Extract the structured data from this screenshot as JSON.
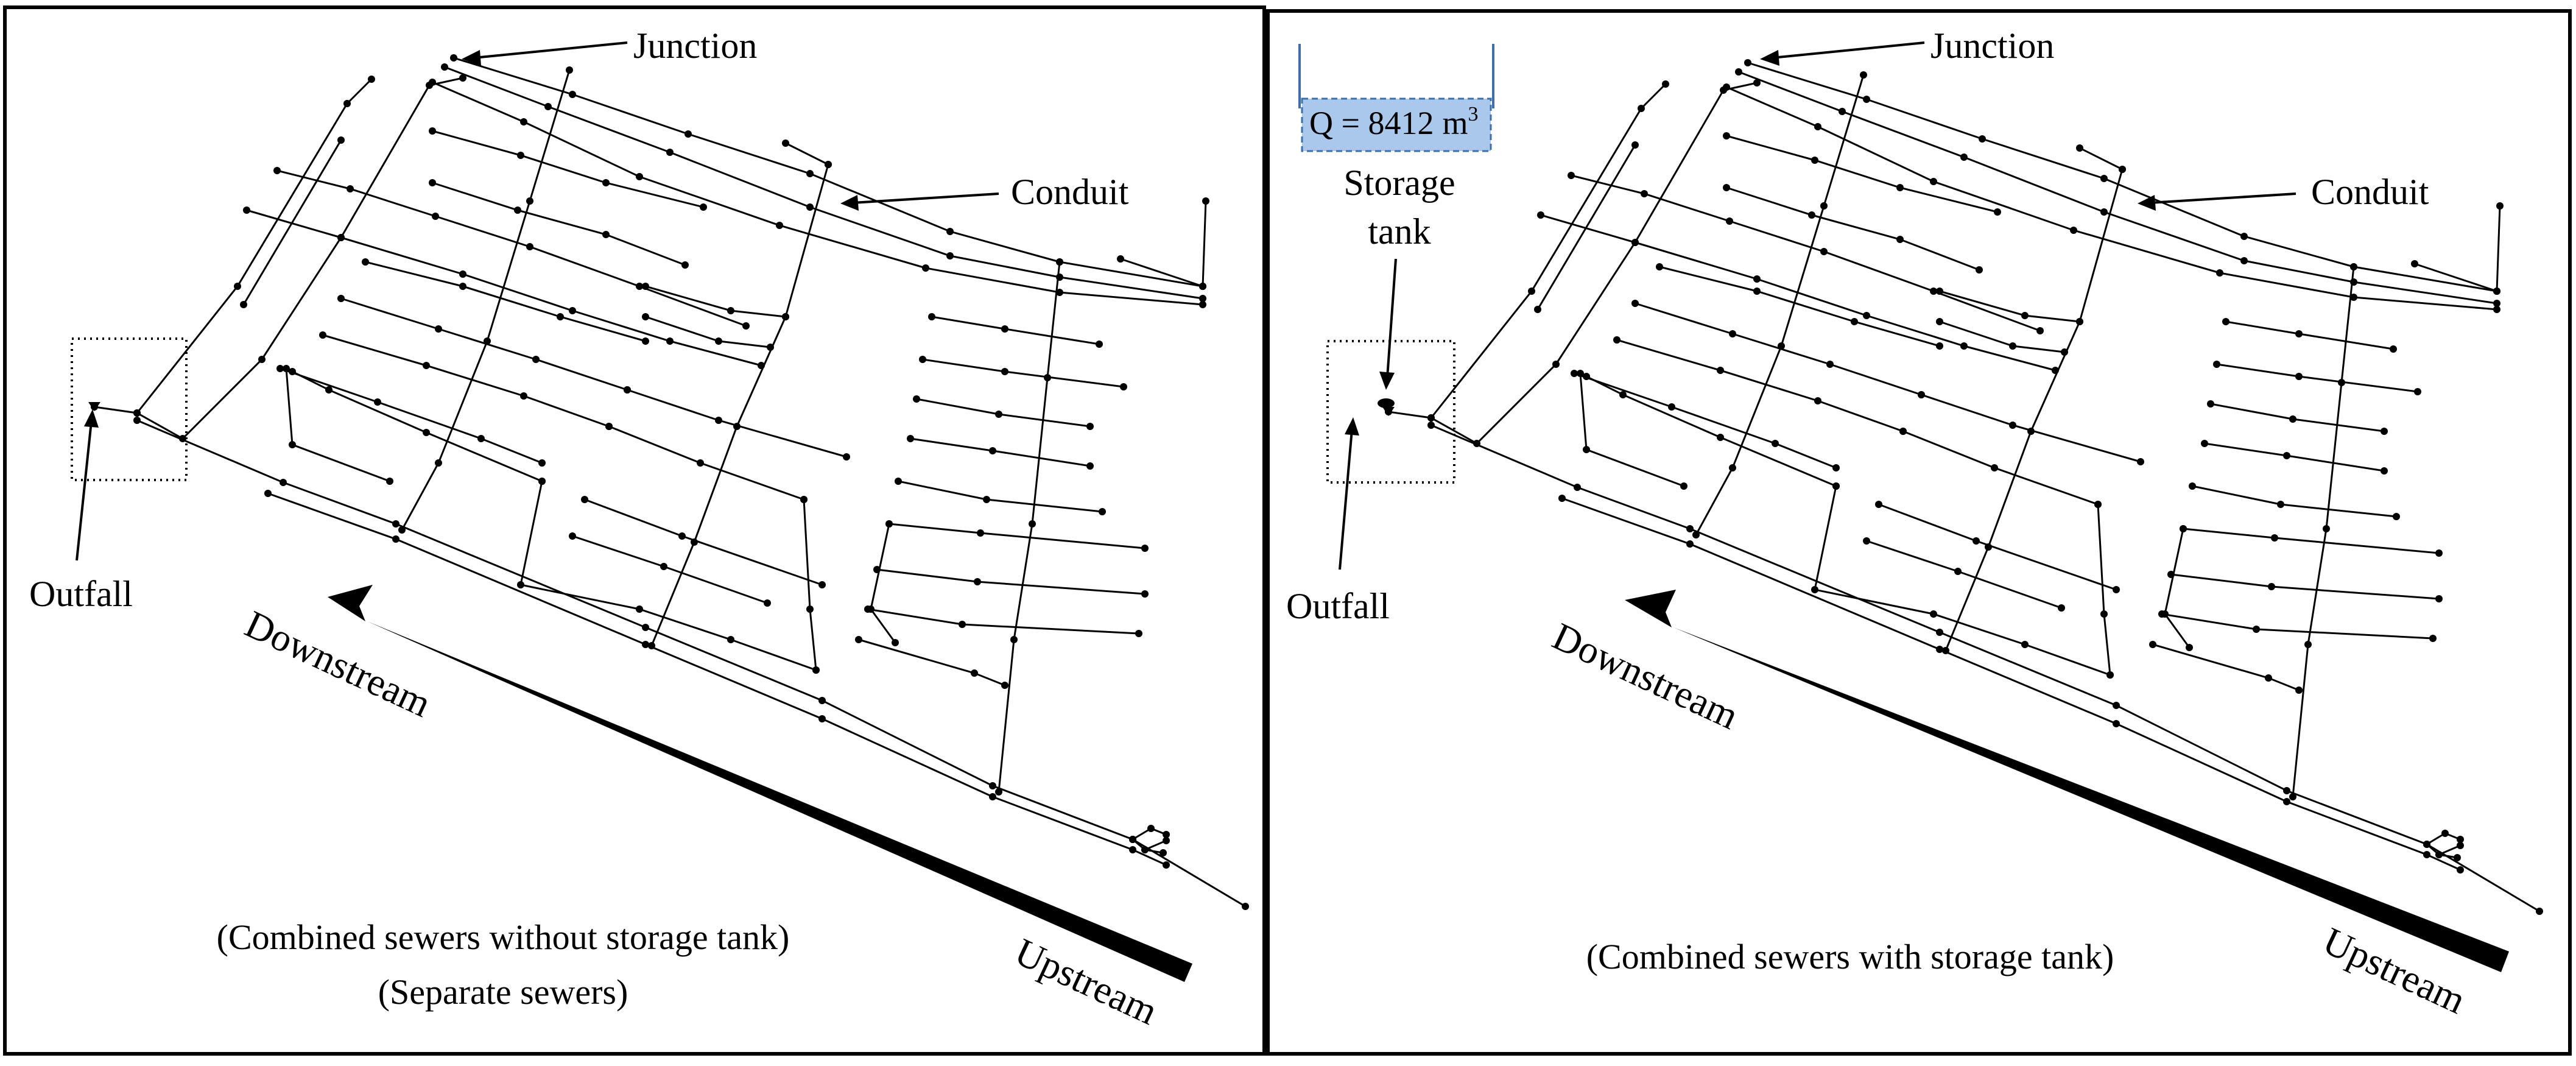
{
  "panels": [
    {
      "labels": {
        "junction": "Junction",
        "conduit": "Conduit",
        "outfall": "Outfall",
        "downstream": "Downstream",
        "upstream": "Upstream"
      },
      "captions": [
        "(Combined sewers without storage tank)",
        "(Separate sewers)"
      ]
    },
    {
      "labels": {
        "junction": "Junction",
        "conduit": "Conduit",
        "outfall": "Outfall",
        "downstream": "Downstream",
        "upstream": "Upstream",
        "storage_tank_line1": "Storage",
        "storage_tank_line2": "tank"
      },
      "captions": [
        "(Combined sewers with storage tank)"
      ],
      "tank_volume": {
        "prefix": "Q = ",
        "value": "8412",
        "unit": "m",
        "exponent": "3"
      }
    }
  ],
  "colors": {
    "line": "#000000",
    "tank_fill": "#a9c8ec",
    "tank_border": "#3f6fa8",
    "background": "#ffffff"
  }
}
